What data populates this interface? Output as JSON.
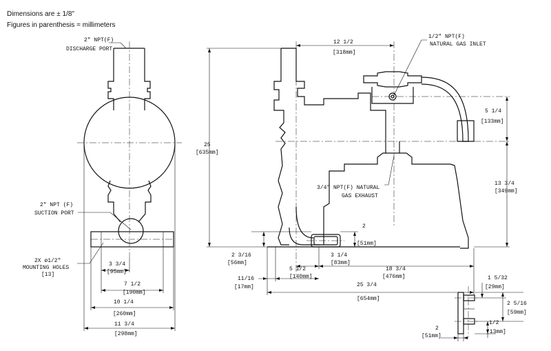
{
  "notes": {
    "tolerance": "Dimensions are ± 1/8\"",
    "units": "Figures in parenthesis = millimeters"
  },
  "labels": {
    "discharge_port": [
      "2\" NPT(F)",
      "DISCHARGE PORT"
    ],
    "suction_port": [
      "2\" NPT (F)",
      "SUCTION PORT"
    ],
    "mounting_holes": [
      "2X ø1/2\"",
      "MOUNTING HOLES",
      "[13]"
    ],
    "gas_inlet": [
      "1/2\" NPT(F)",
      "NATURAL GAS INLET"
    ],
    "gas_exhaust": [
      "3/4\" NPT(F) NATURAL",
      "GAS EXHAUST"
    ]
  },
  "dims": {
    "d_3_3_4": [
      "3 3/4",
      "[95mm]"
    ],
    "d_7_1_2": [
      "7 1/2",
      "[190mm]"
    ],
    "d_10_1_4": [
      "10 1/4",
      "[260mm]"
    ],
    "d_11_3_4": [
      "11 3/4",
      "[298mm]"
    ],
    "d_12_1_2": [
      "12 1/2",
      "[318mm]"
    ],
    "d_25": [
      "25",
      "[635mm]"
    ],
    "d_5_1_4": [
      "5 1/4",
      "[133mm]"
    ],
    "d_13_3_4": [
      "13 3/4",
      "[349mm]"
    ],
    "d_2_a": [
      "2",
      "[51mm]"
    ],
    "d_2_3_16": [
      "2 3/16",
      "[56mm]"
    ],
    "d_3_1_4": [
      "3 1/4",
      "[83mm]"
    ],
    "d_5_1_2": [
      "5 1/2",
      "[140mm]"
    ],
    "d_18_3_4": [
      "18 3/4",
      "[476mm]"
    ],
    "d_11_16": [
      "11/16",
      "[17mm]"
    ],
    "d_25_3_4": [
      "25 3/4",
      "[654mm]"
    ],
    "d_1_5_32": [
      "1 5/32",
      "[29mm]"
    ],
    "d_2_5_16": [
      "2 5/16",
      "[59mm]"
    ],
    "d_1_2": [
      "1/2",
      "[13mm]"
    ],
    "d_2_b": [
      "2",
      "[51mm]"
    ]
  }
}
